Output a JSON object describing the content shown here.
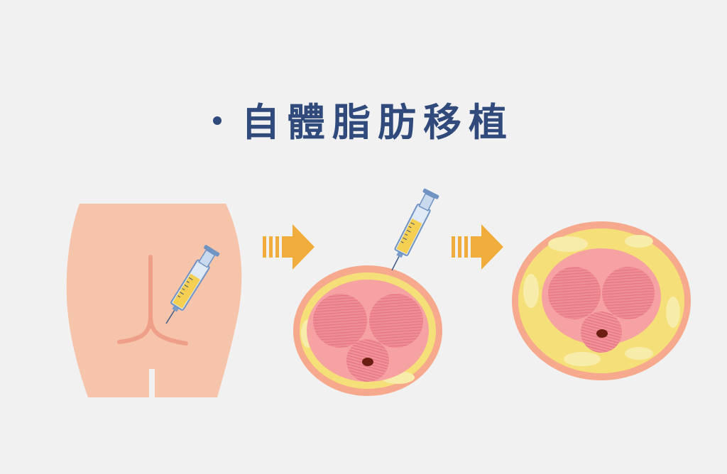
{
  "title": "自體脂肪移植",
  "icons": [
    "buttocks-figure",
    "syringe-icon",
    "arrow-right-icon",
    "cross-section-before",
    "cross-section-after"
  ],
  "colors": {
    "title": "#2f4a7b",
    "skin": "#f6c3ab",
    "skin_line": "#ef9f88",
    "fat": "#f5df78",
    "fat_light": "#f8ecaa",
    "muscle": "#f09199",
    "muscle_stripe": "#e36a76",
    "arrow": "#f1ad3c",
    "background": "#f1f1f1"
  }
}
